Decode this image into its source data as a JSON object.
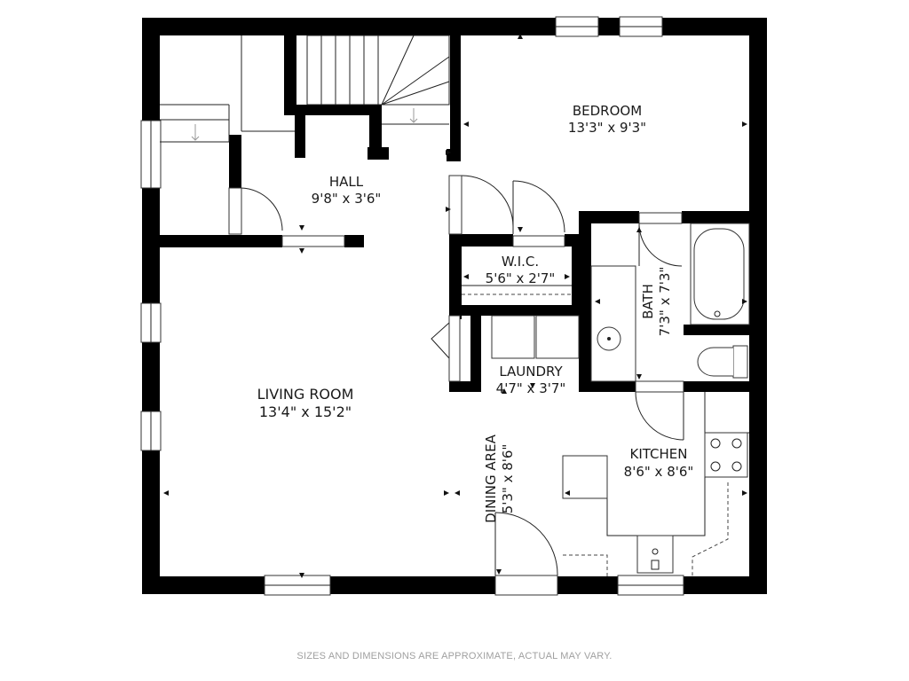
{
  "rooms": {
    "bedroom": {
      "name": "BEDROOM",
      "size": "13'3\" x 9'3\""
    },
    "hall": {
      "name": "HALL",
      "size": "9'8\" x 3'6\""
    },
    "wic": {
      "name": "W.I.C.",
      "size": "5'6\" x 2'7\""
    },
    "bath": {
      "name": "BATH",
      "size": "7'3\" x 7'3\""
    },
    "laundry": {
      "name": "LAUNDRY",
      "size": "4'7\" x 3'7\""
    },
    "living": {
      "name": "LIVING ROOM",
      "size": "13'4\" x 15'2\""
    },
    "kitchen": {
      "name": "KITCHEN",
      "size": "8'6\" x 8'6\""
    },
    "dining": {
      "name": "DINING AREA",
      "size": "5'3\" x 8'6\""
    }
  },
  "disclaimer": "SIZES AND DIMENSIONS ARE APPROXIMATE, ACTUAL MAY VARY.",
  "colors": {
    "wall": "#000000",
    "background": "#ffffff",
    "line": "#222222",
    "disclaimer": "#a0a0a0"
  }
}
